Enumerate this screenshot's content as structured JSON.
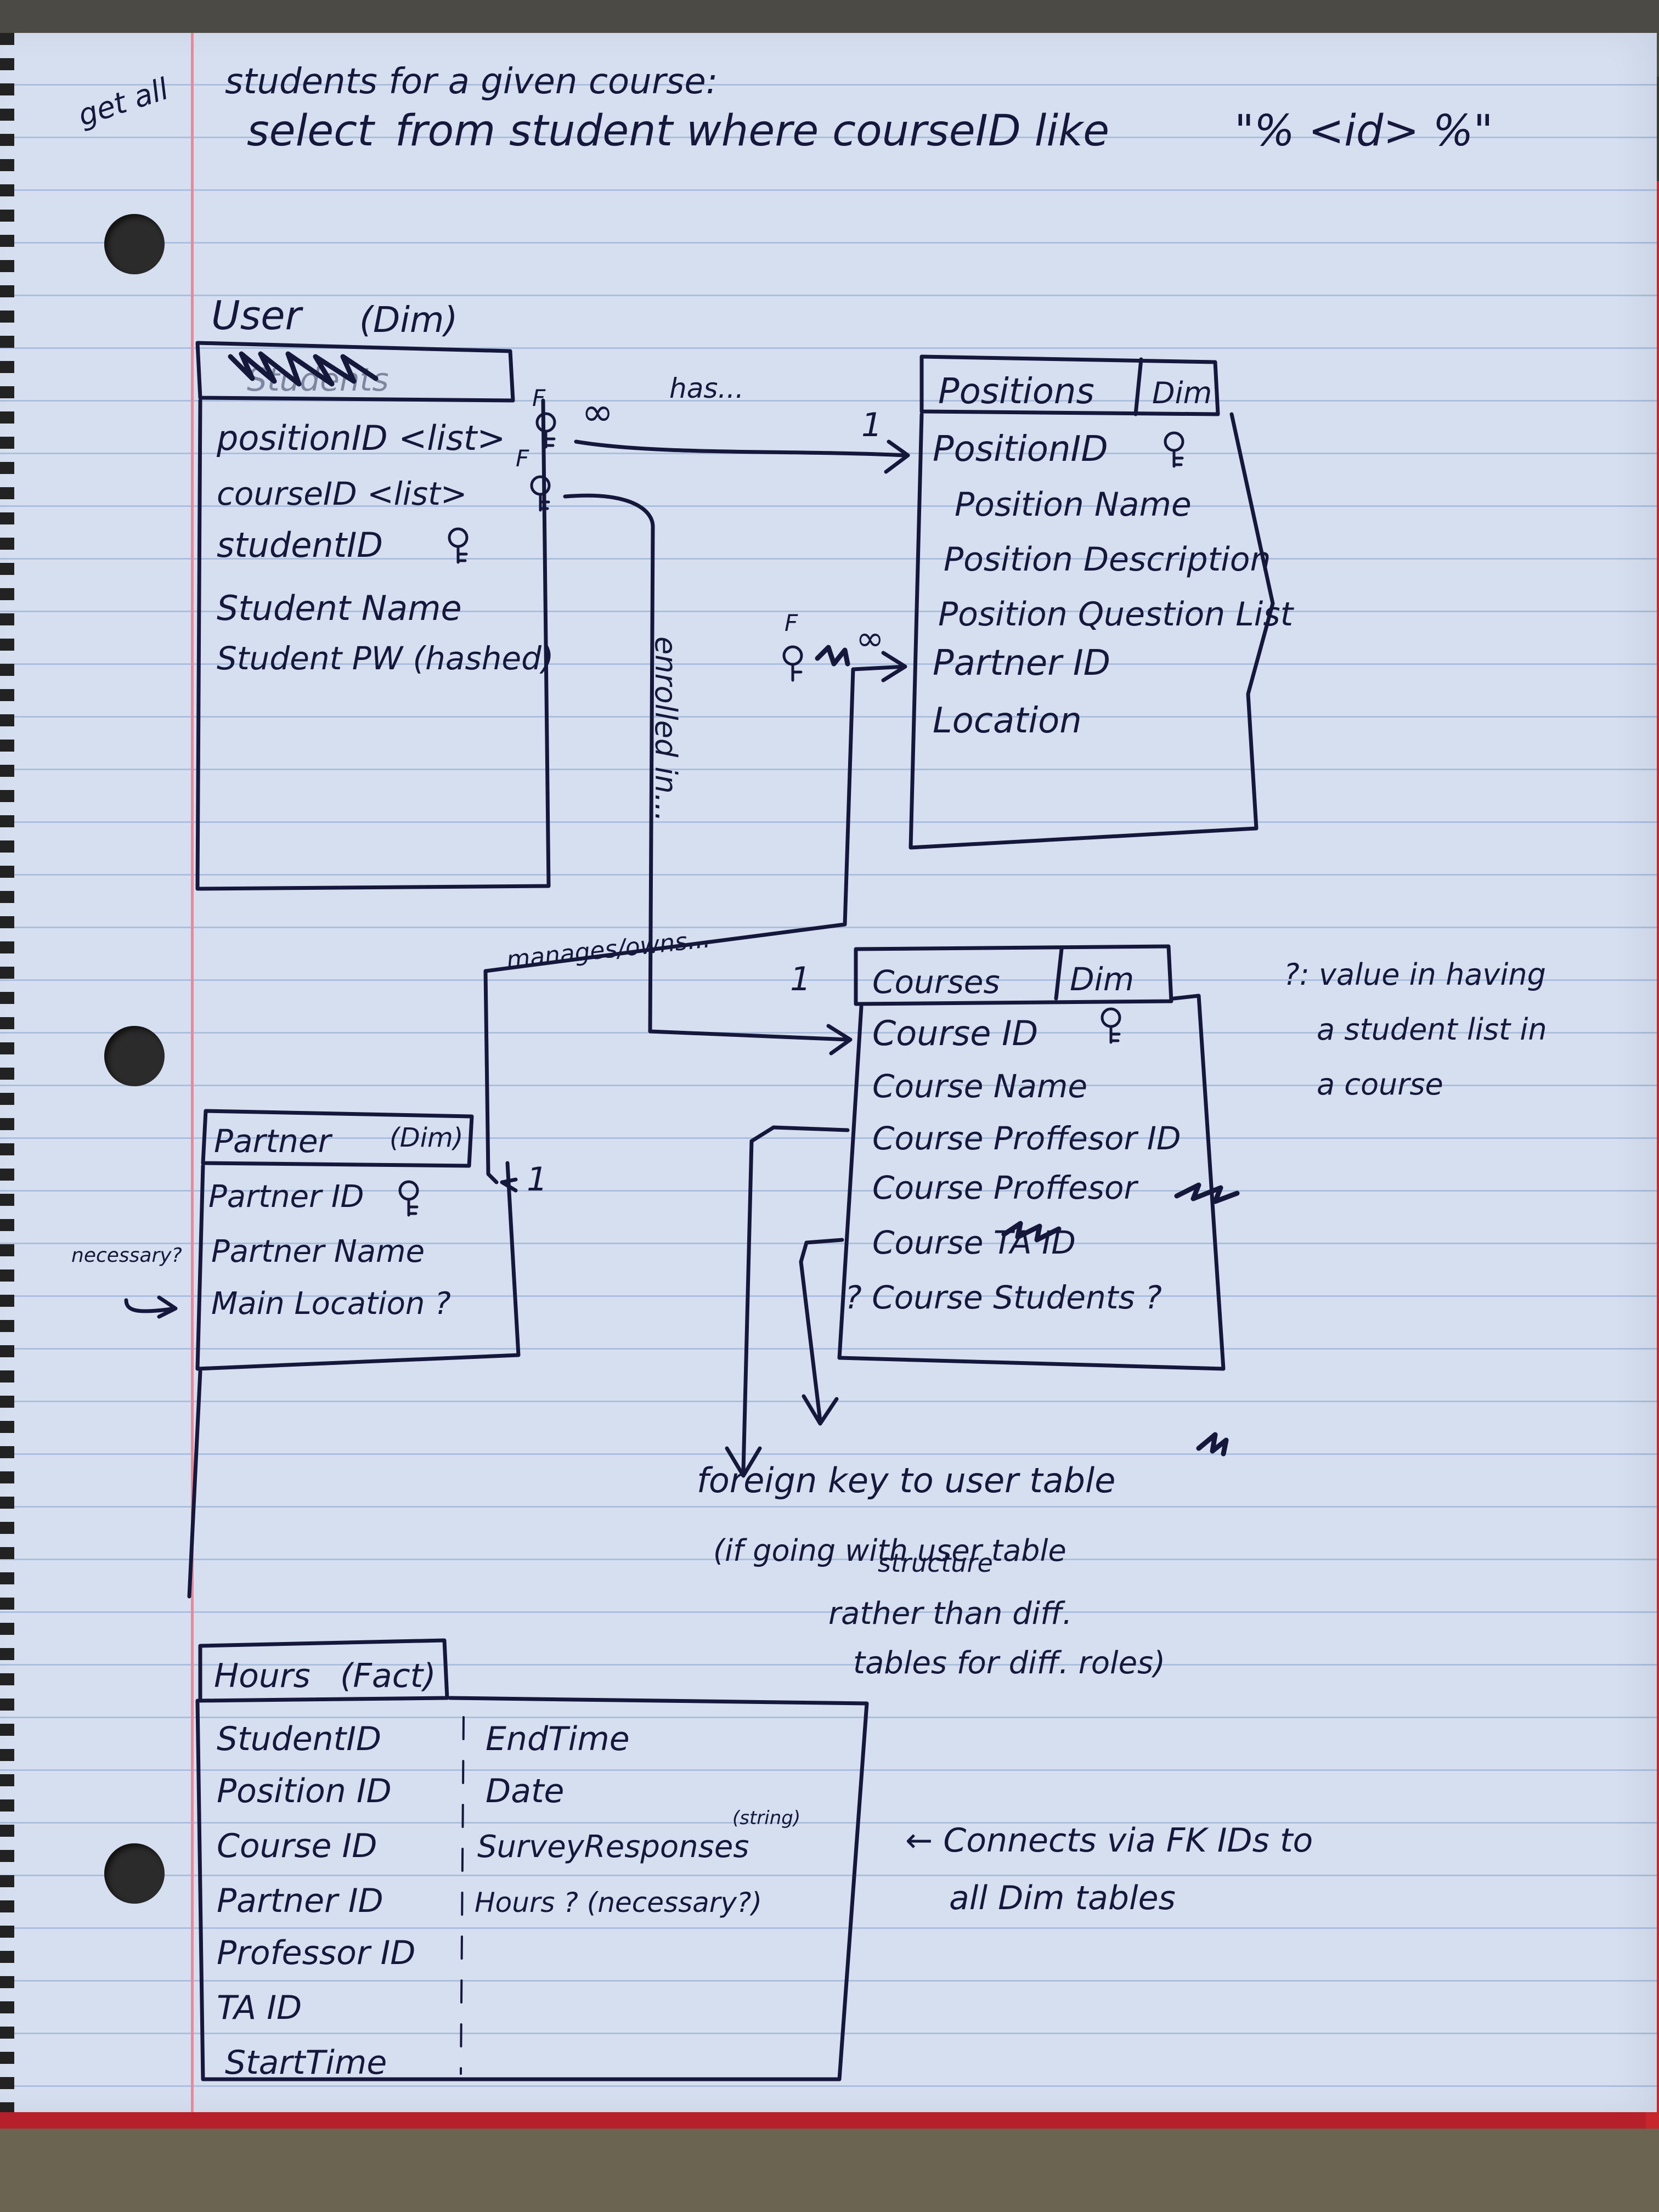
{
  "header": {
    "line1_prefix": "get all",
    "line1_suffix": "students for a given course:",
    "query_1": "select",
    "query_2": "from student where courseID like",
    "query_3": "\"% <id> %\""
  },
  "tables": {
    "user": {
      "title": "User",
      "type": "(Dim)",
      "struck_name": "Students",
      "fields": [
        "positionID <list>",
        "courseID <list>",
        "studentID",
        "Student Name",
        "Student PW (hashed)",
        ""
      ]
    },
    "positions": {
      "title": "Positions",
      "type": "Dim",
      "fields": [
        "PositionID",
        "Position Name",
        "Position Description",
        "Position Question List",
        "Partner ID",
        "Location"
      ]
    },
    "courses": {
      "title": "Courses",
      "type": "Dim",
      "fields": [
        "Course ID",
        "Course Name",
        "Course Proffesor ID",
        "Course Proffesor",
        "Course TA ID",
        "? Course Students ?"
      ]
    },
    "partner": {
      "title": "Partner",
      "type": "(Dim)",
      "fields": [
        "Partner ID",
        "Partner Name",
        "Main Location ?"
      ],
      "side_note": "necessary?"
    },
    "hours": {
      "title": "Hours",
      "type": "(Fact)",
      "fields_left": [
        "StudentID",
        "Position ID",
        "Course ID",
        "Partner ID",
        "Professor ID",
        "TA ID",
        "StartTime"
      ],
      "fields_right": [
        "EndTime",
        "Date",
        "SurveyResponses",
        "Hours ? (necessary?)"
      ],
      "survey_type": "(string)"
    }
  },
  "relations": {
    "has": "has...",
    "enrolled": "enrolled in...",
    "manages": "manages/owns...",
    "one": "1",
    "infinity": "∞",
    "fk": "F"
  },
  "notes": {
    "value_note": [
      "?: value in having",
      "a student list in",
      "a course"
    ],
    "fk_note": [
      "foreign key to user table",
      "(if going with user table",
      "structure",
      "rather than diff.",
      "tables for diff. roles)"
    ],
    "connects_note": [
      "← Connects via FK IDs to",
      "all Dim tables"
    ]
  },
  "icon_names": [
    "key-icon",
    "strikethrough-scribble-icon",
    "arrow-icon"
  ]
}
